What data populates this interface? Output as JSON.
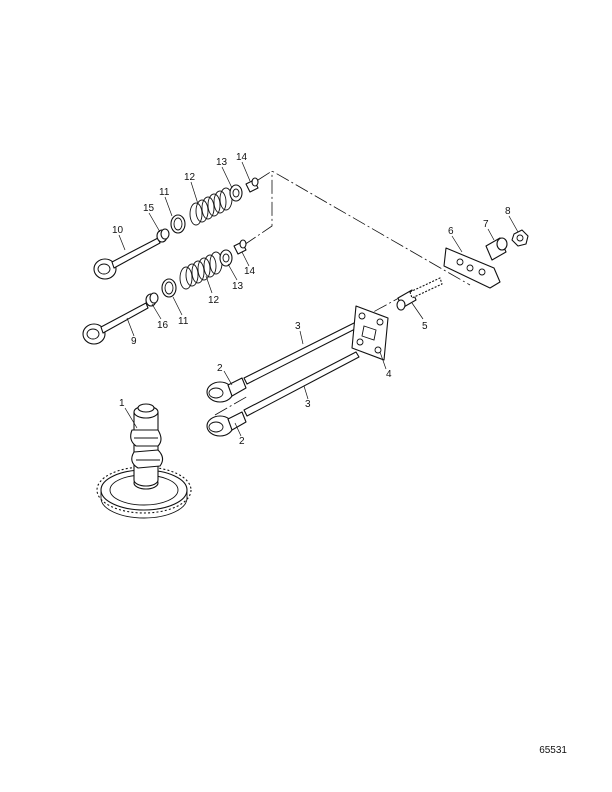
{
  "callouts": [
    "1",
    "2",
    "2",
    "3",
    "3",
    "4",
    "5",
    "6",
    "7",
    "8",
    "9",
    "10",
    "11",
    "11",
    "12",
    "12",
    "13",
    "13",
    "14",
    "14",
    "15",
    "16"
  ],
  "figure_id": "65531"
}
